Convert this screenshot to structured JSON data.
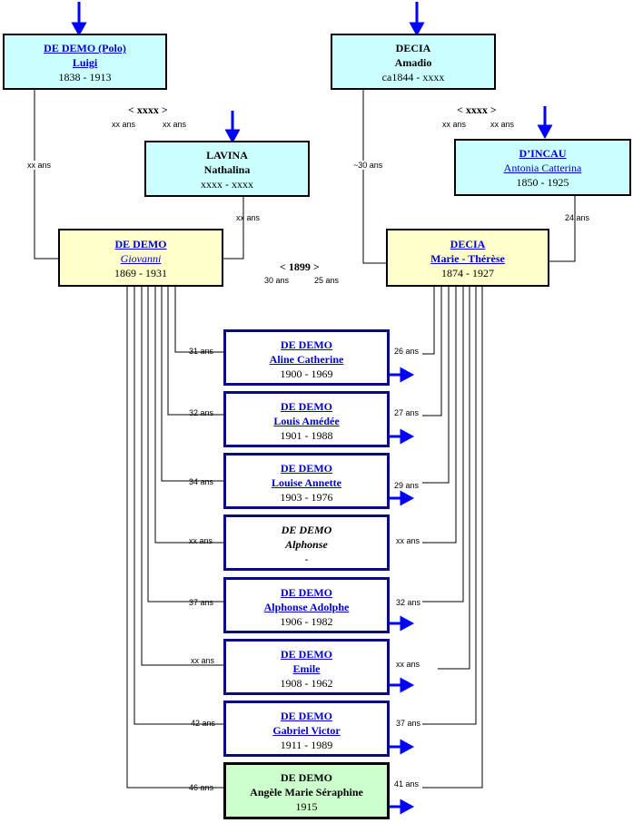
{
  "parents": {
    "luigi": {
      "surname": "DE DEMO (Polo)",
      "given": "Luigi",
      "dates": "1838 - 1913"
    },
    "amadio": {
      "surname": "DECIA",
      "given": "Amadio",
      "dates": "ca1844 - xxxx"
    },
    "nathalina": {
      "surname": "LAVINA",
      "given": "Nathalina",
      "dates": "xxxx - xxxx"
    },
    "antonia": {
      "surname": "D’INCAU",
      "given": "Antonia Catterina",
      "dates": "1850 - 1925"
    },
    "giovanni": {
      "surname": "DE DEMO",
      "given": "Giovanni",
      "dates": "1869 - 1931"
    },
    "marie": {
      "surname": "DECIA",
      "given": "Marie - Thérèse",
      "dates": "1874 - 1927"
    }
  },
  "marriages": {
    "luigi_nathalina": {
      "label": "< xxxx >",
      "age_m": "xx ans",
      "age_f": "xx ans"
    },
    "amadio_antonia": {
      "label": "< xxxx >",
      "age_m": "xx ans",
      "age_f": "xx ans"
    },
    "giovanni_marie": {
      "label": "< 1899 >",
      "age_m": "30 ans",
      "age_f": "25 ans"
    }
  },
  "parent_ages": {
    "luigi": "xx ans",
    "nathalina": "xx ans",
    "amadio": "~30 ans",
    "antonia": "24 ans"
  },
  "children": [
    {
      "surname": "DE DEMO",
      "given": "Aline Catherine",
      "dates": "1900 - 1969",
      "father_age": "31 ans",
      "mother_age": "26 ans"
    },
    {
      "surname": "DE DEMO",
      "given": "Louis Amédée",
      "dates": "1901 - 1988",
      "father_age": "32 ans",
      "mother_age": "27 ans"
    },
    {
      "surname": "DE DEMO",
      "given": "Louise Annette",
      "dates": "1903 - 1976",
      "father_age": "34 ans",
      "mother_age": "29 ans"
    },
    {
      "surname": "DE DEMO",
      "given": "Alphonse",
      "dates": "-",
      "father_age": "xx ans",
      "mother_age": "xx ans"
    },
    {
      "surname": "DE DEMO",
      "given": "Alphonse Adolphe",
      "dates": "1906 - 1982",
      "father_age": "37 ans",
      "mother_age": "32 ans"
    },
    {
      "surname": "DE DEMO",
      "given": "Emile",
      "dates": "1908 - 1962",
      "father_age": "xx ans",
      "mother_age": "xx ans"
    },
    {
      "surname": "DE DEMO",
      "given": "Gabriel Victor",
      "dates": "1911 - 1989",
      "father_age": "42 ans",
      "mother_age": "37 ans"
    },
    {
      "surname": "DE DEMO",
      "given": "Angèle Marie Séraphine",
      "dates": "1915",
      "father_age": "46 ans",
      "mother_age": "41 ans"
    }
  ],
  "colors": {
    "cyan": "#ccffff",
    "yellow": "#ffffcc",
    "green": "#ccffcc",
    "arrow": "#0000ff",
    "link": "#0000cc"
  }
}
